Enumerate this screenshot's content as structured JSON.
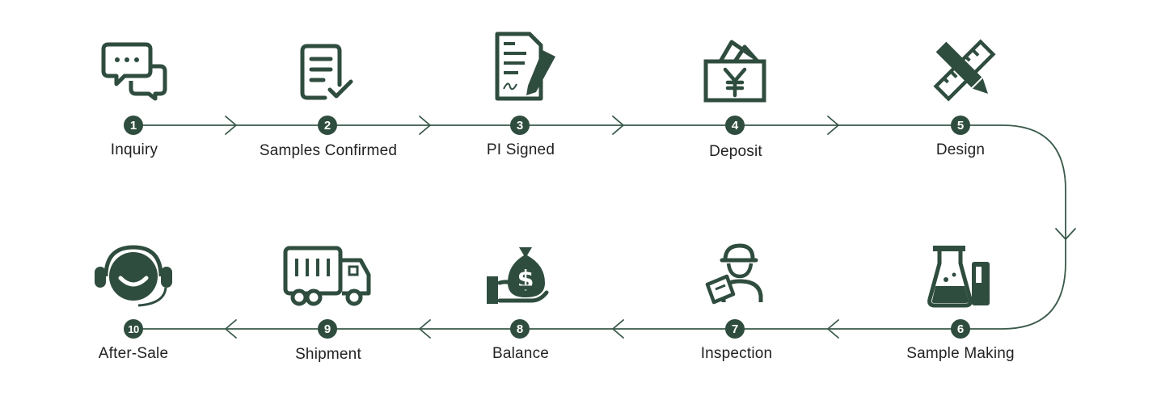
{
  "colors": {
    "primary": "#2f4d3f",
    "line": "#3a5a4a",
    "text": "#222222"
  },
  "steps": [
    {
      "number": "1",
      "label": "Inquiry",
      "icon": "chat-bubbles-icon"
    },
    {
      "number": "2",
      "label": "Samples Confirmed",
      "icon": "checklist-document-icon"
    },
    {
      "number": "3",
      "label": "PI Signed",
      "icon": "signed-contract-icon"
    },
    {
      "number": "4",
      "label": "Deposit",
      "icon": "yen-payment-icon"
    },
    {
      "number": "5",
      "label": "Design",
      "icon": "ruler-pencil-icon"
    },
    {
      "number": "6",
      "label": "Sample Making",
      "icon": "lab-flask-icon"
    },
    {
      "number": "7",
      "label": "Inspection",
      "icon": "inspector-clipboard-icon"
    },
    {
      "number": "8",
      "label": "Balance",
      "icon": "money-bag-hand-icon"
    },
    {
      "number": "9",
      "label": "Shipment",
      "icon": "delivery-truck-icon"
    },
    {
      "number": "10",
      "label": "After-Sale",
      "icon": "headset-support-icon"
    }
  ]
}
